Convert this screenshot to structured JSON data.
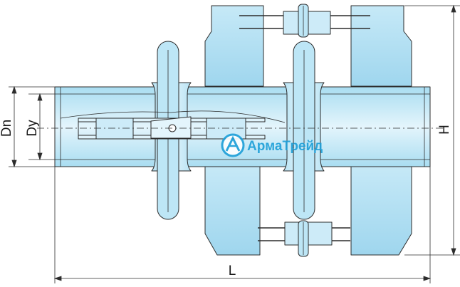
{
  "dimensions": {
    "dn": "Dn",
    "dy": "Dy",
    "h": "H",
    "l": "L"
  },
  "logo": {
    "text": "АрмаТрейд",
    "icon": "armatreid-logo-icon"
  },
  "colors": {
    "body_fill": "#bfe6f5",
    "body_fill_light": "#dff3fb",
    "outline": "#2c2c2c",
    "logo_blue": "#1d9fd8"
  }
}
